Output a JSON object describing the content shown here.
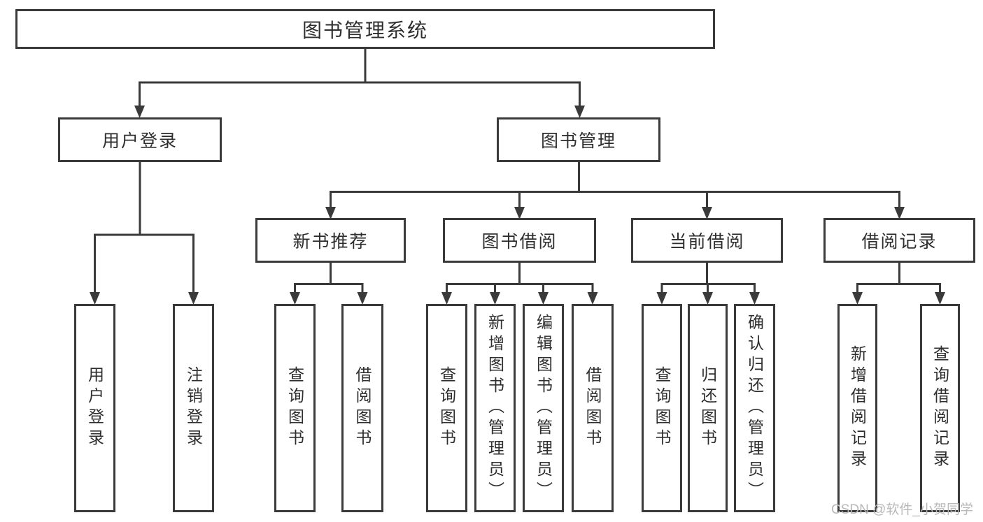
{
  "root": {
    "label": "图书管理系统"
  },
  "level1": [
    {
      "label": "用户登录"
    },
    {
      "label": "图书管理"
    }
  ],
  "level2": [
    {
      "label": "新书推荐"
    },
    {
      "label": "图书借阅"
    },
    {
      "label": "当前借阅"
    },
    {
      "label": "借阅记录"
    }
  ],
  "leaves": [
    {
      "label": "用户登录"
    },
    {
      "label": "注销登录"
    },
    {
      "label": "查询图书"
    },
    {
      "label": "借阅图书"
    },
    {
      "label": "查询图书"
    },
    {
      "label": "新增图书（管理员）"
    },
    {
      "label": "编辑图书（管理员）"
    },
    {
      "label": "借阅图书"
    },
    {
      "label": "查询图书"
    },
    {
      "label": "归还图书"
    },
    {
      "label": "确认归还（管理员）"
    },
    {
      "label": "新增借阅记录"
    },
    {
      "label": "查询借阅记录"
    }
  ],
  "watermark": "CSDN @软件_小贺同学",
  "colors": {
    "line": "#3a3a3a",
    "text": "#2e2e2e",
    "watermark": "#b8b8b8",
    "background": "#ffffff"
  }
}
